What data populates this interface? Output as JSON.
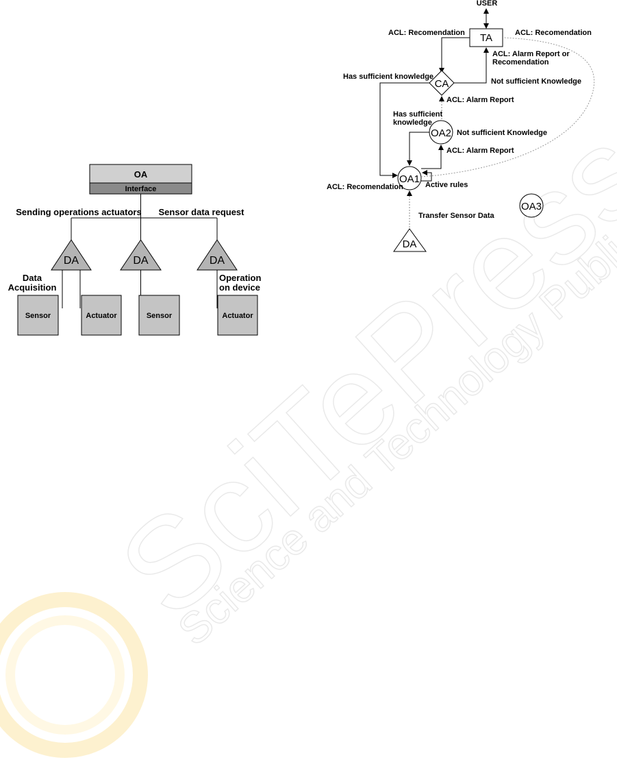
{
  "watermark": {
    "main": "SciTePress",
    "sub": "Science and Technology Publications"
  },
  "left_diagram": {
    "oa_title": "OA",
    "oa_interface": "Interface",
    "sending_label": "Sending operations actuators",
    "request_label": "Sensor data request",
    "da_nodes": [
      "DA",
      "DA",
      "DA"
    ],
    "data_acq_line1": "Data",
    "data_acq_line2": "Acquisition",
    "operation_line1": "Operation",
    "operation_line2": "on device",
    "devices": [
      "Sensor",
      "Actuator",
      "Sensor",
      "Actuator"
    ]
  },
  "right_diagram": {
    "user": "USER",
    "ta": "TA",
    "ca": "CA",
    "oa2": "OA2",
    "oa1": "OA1",
    "oa3": "OA3",
    "da": "DA",
    "acl_rec_left": "ACL: Recomendation",
    "acl_rec_right": "ACL: Recomendation",
    "acl_alarm_or_rec_1": "ACL: Alarm Report or",
    "acl_alarm_or_rec_2": "Recomendation",
    "has_sufficient_knowledge": "Has sufficient knowledge",
    "not_sufficient_knowledge_1": "Not sufficient Knowledge",
    "acl_alarm_report_1": "ACL: Alarm Report",
    "has_sufficient_2_line1": "Has sufficient",
    "has_sufficient_2_line2": "knowledge",
    "not_sufficient_knowledge_2": "Not sufficient Knowledge",
    "acl_alarm_report_2": "ACL: Alarm Report",
    "acl_rec_oa1": "ACL: Recomendation",
    "active_rules": "Active rules",
    "transfer_sensor_data": "Transfer Sensor Data"
  }
}
